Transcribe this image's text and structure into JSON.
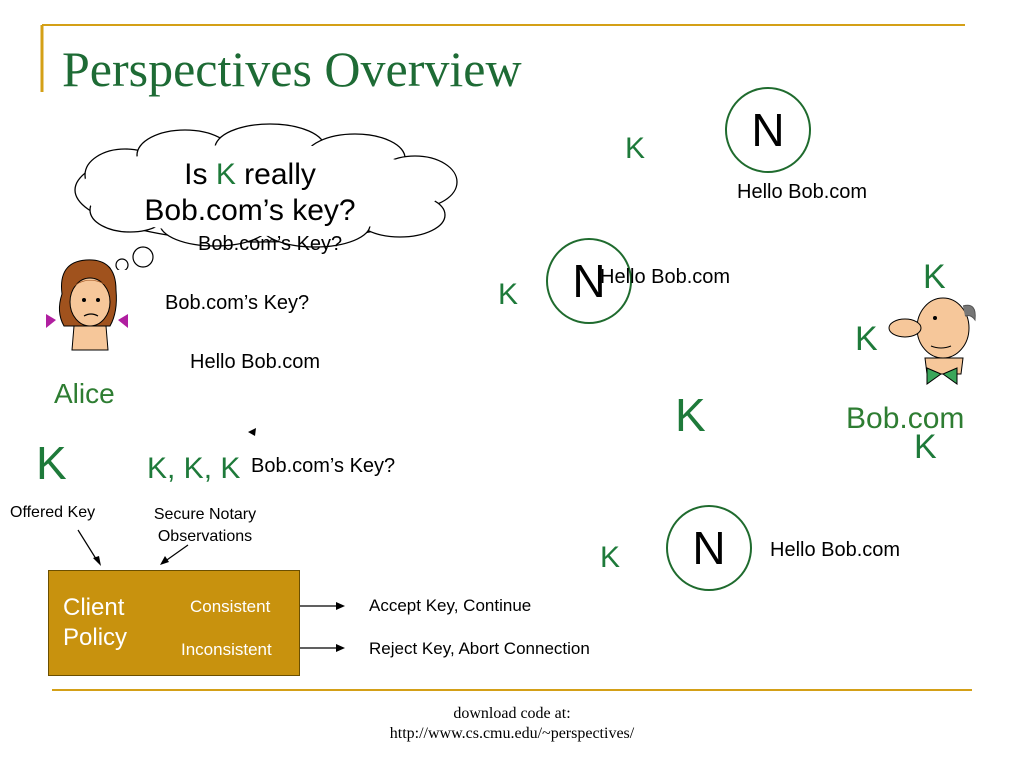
{
  "slide": {
    "title": "Perspectives Overview",
    "footer_line1": "download code at:",
    "footer_line2": "http://www.cs.cmu.edu/~perspectives/"
  },
  "thought": {
    "prefix": "Is ",
    "key": "K",
    "suffix": " really",
    "line2": "Bob.com’s key?"
  },
  "alice": {
    "label": "Alice"
  },
  "bob": {
    "label": "Bob.com"
  },
  "messages": {
    "query_top": "Bob.com’s Key?",
    "query_mid": "Bob.com’s Key?",
    "reply_mid": "Hello Bob.com",
    "query_bottom": "Bob.com’s Key?",
    "hello_n1": "Hello Bob.com",
    "hello_n2": "Hello Bob.com",
    "hello_n3": "Hello Bob.com"
  },
  "notaries": [
    {
      "label": "N"
    },
    {
      "label": "N"
    },
    {
      "label": "N"
    }
  ],
  "keys": {
    "k": "K",
    "observations": "K,  K, K"
  },
  "labels": {
    "offered_key": "Offered Key",
    "notary_obs_line1": "Secure Notary",
    "notary_obs_line2": "Observations"
  },
  "policy": {
    "title_line1": "Client",
    "title_line2": "Policy",
    "consistent": "Consistent",
    "inconsistent": "Inconsistent",
    "accept": "Accept Key, Continue",
    "reject": "Reject Key, Abort Connection"
  },
  "colors": {
    "title": "#1e6b35",
    "accent_line": "#d4a017",
    "policy_box": "#c8920e",
    "key_green": "#1e7a3a"
  }
}
